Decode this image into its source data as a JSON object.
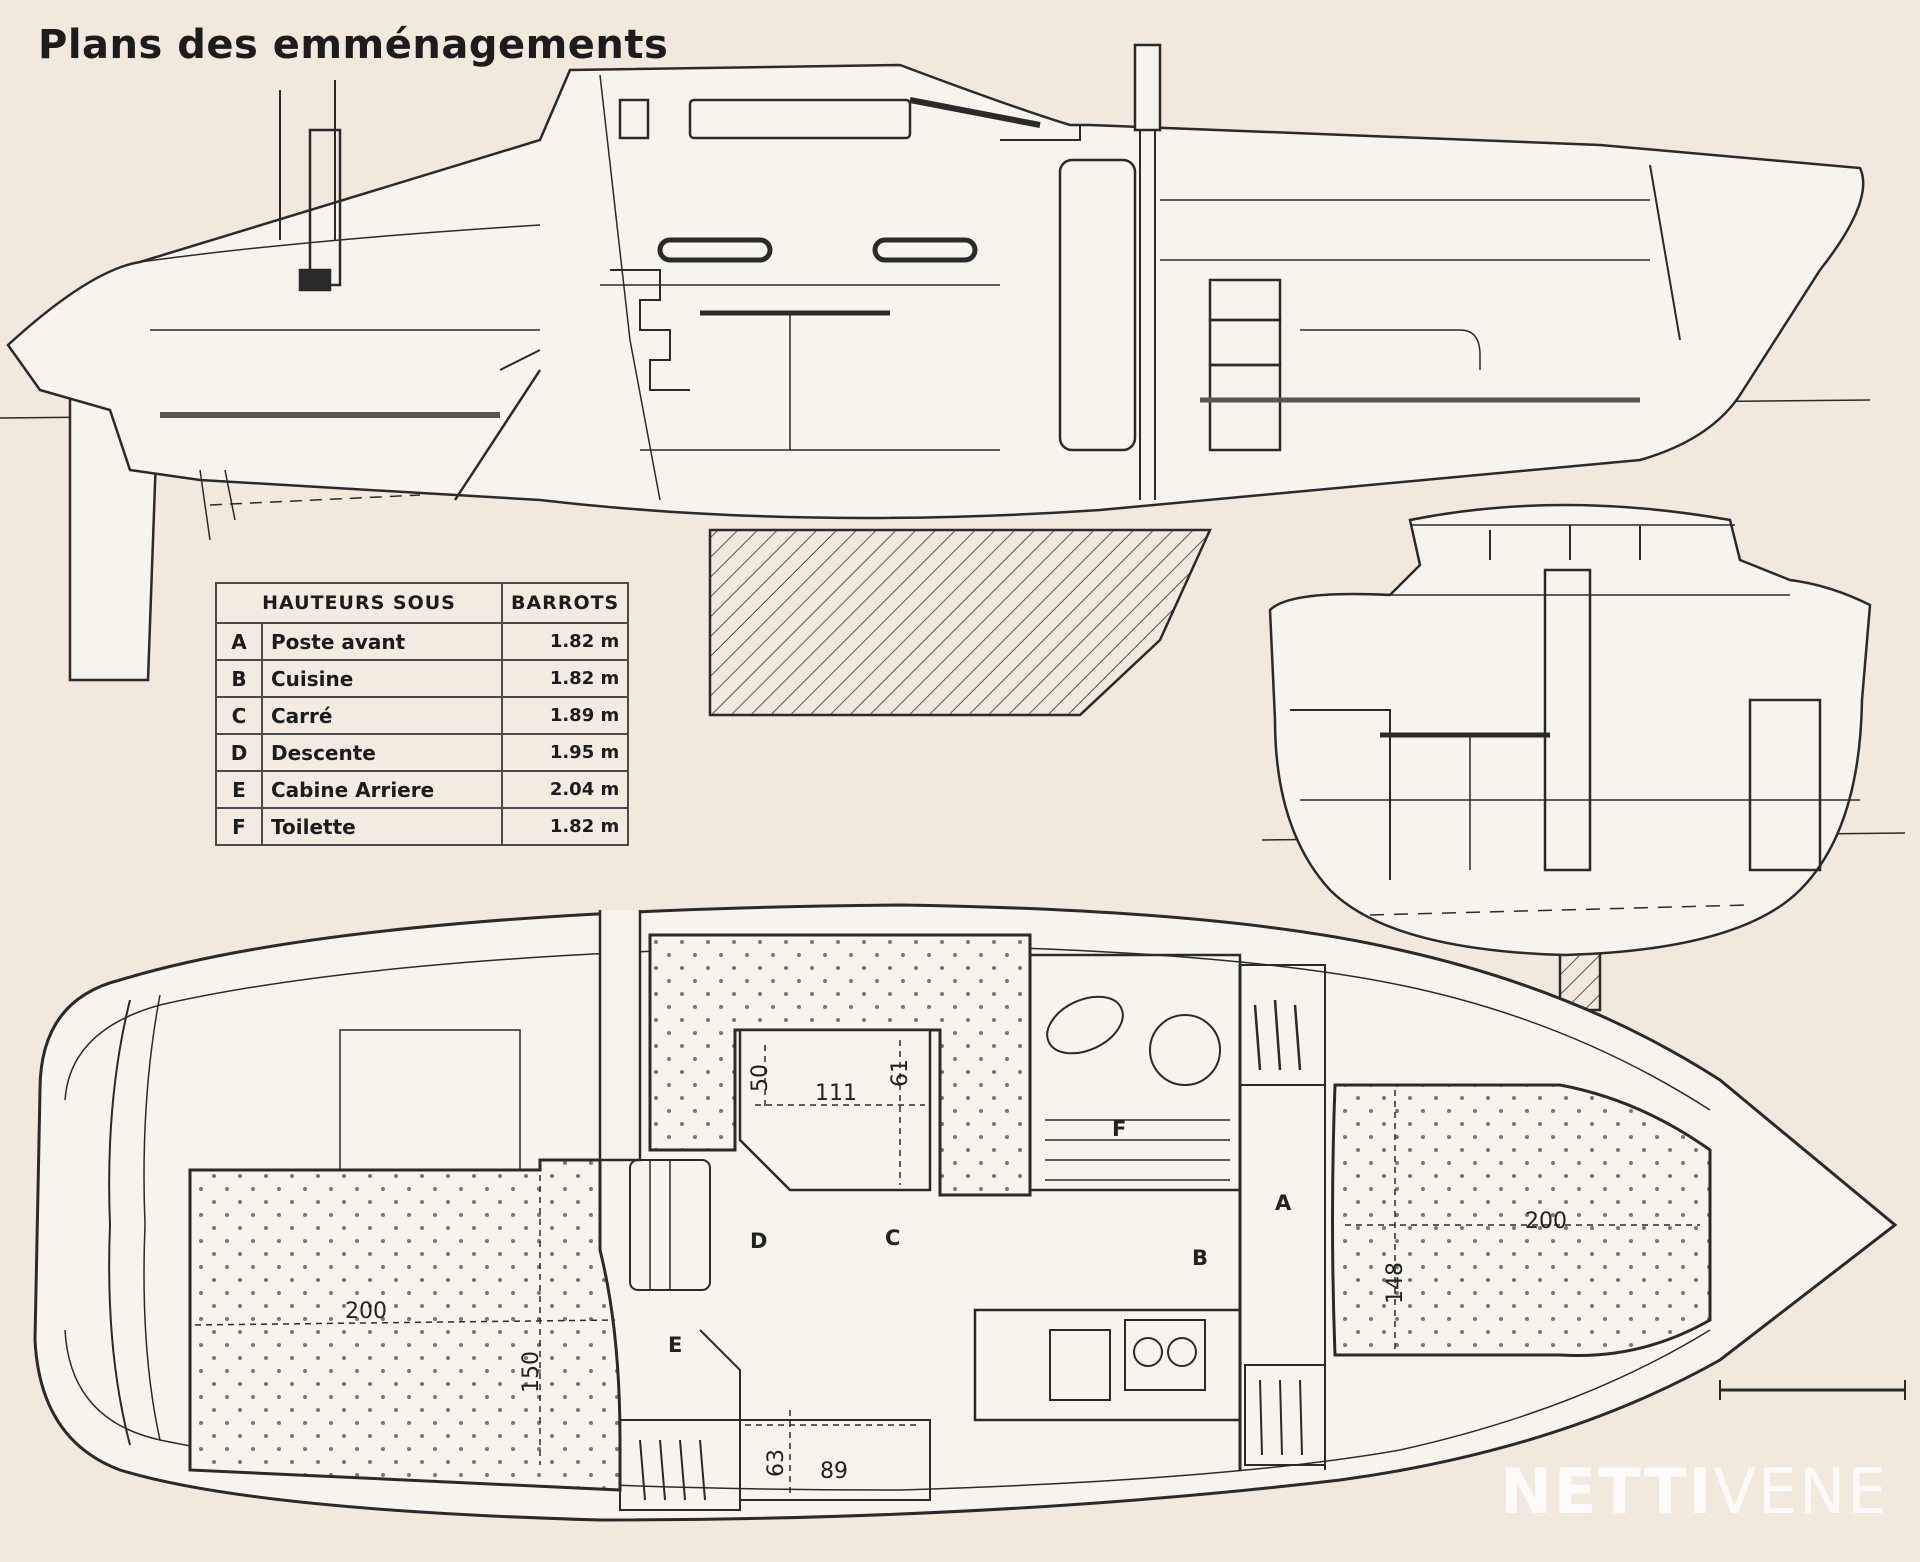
{
  "title": "Plans des emménagements",
  "table": {
    "header_left": "HAUTEURS SOUS",
    "header_right": "BARROTS",
    "rows": [
      {
        "letter": "A",
        "room": "Poste avant",
        "height": "1.82 m"
      },
      {
        "letter": "B",
        "room": "Cuisine",
        "height": "1.82 m"
      },
      {
        "letter": "C",
        "room": "Carré",
        "height": "1.89 m"
      },
      {
        "letter": "D",
        "room": "Descente",
        "height": "1.95 m"
      },
      {
        "letter": "E",
        "room": "Cabine Arriere",
        "height": "2.04 m"
      },
      {
        "letter": "F",
        "room": "Toilette",
        "height": "1.82 m"
      }
    ]
  },
  "dimensions": {
    "aft_berth_length": "200",
    "aft_berth_width": "150",
    "saloon_table_width": "111",
    "saloon_table_a": "50",
    "saloon_table_b": "61",
    "galley_width": "89",
    "galley_depth": "63",
    "vberth_length": "200",
    "vberth_width": "148"
  },
  "zones": {
    "a": "A",
    "b": "B",
    "c": "C",
    "d": "D",
    "e": "E",
    "f": "F"
  },
  "watermark": {
    "part1": "NETTI",
    "part2": "VENE"
  },
  "colors": {
    "paper": "#f2e8dc",
    "ink": "#2a2a2a",
    "fill": "#f7f4ee"
  }
}
